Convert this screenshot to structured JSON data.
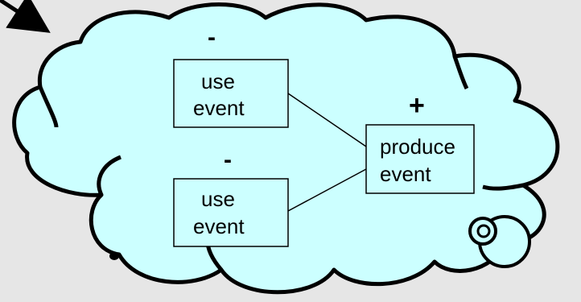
{
  "diagram": {
    "nodes": [
      {
        "id": "use1",
        "line1": "use",
        "line2": "event",
        "sign": "-"
      },
      {
        "id": "use2",
        "line1": "use",
        "line2": "event",
        "sign": "-"
      },
      {
        "id": "produce",
        "line1": "produce",
        "line2": "event",
        "sign": "+"
      }
    ],
    "edges": [
      {
        "from": "use1",
        "to": "produce"
      },
      {
        "from": "use2",
        "to": "produce"
      }
    ]
  },
  "colors": {
    "background": "#e6e6e6",
    "cloud_fill": "#ccffff",
    "stroke": "#000000",
    "box_fill": "#ccffff"
  }
}
